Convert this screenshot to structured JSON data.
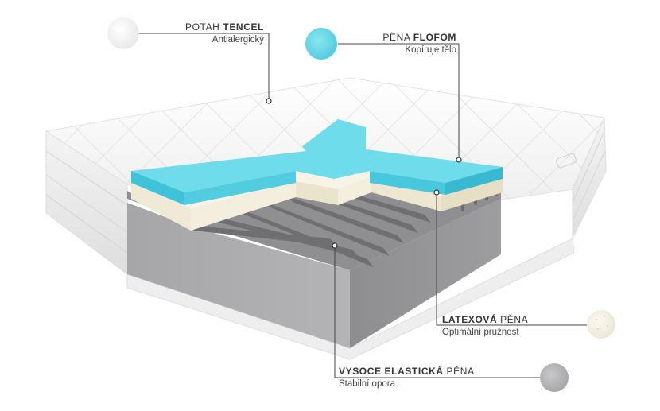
{
  "colors": {
    "tencel": "#f2f2f2",
    "flofom": "#5ad4e6",
    "latex": "#f5f1e4",
    "base_foam": "#a9a9ab",
    "cover": "#f7f7f7",
    "line": "#444444"
  },
  "layers": [
    {
      "id": "tencel",
      "title_plain": "POTAH ",
      "title_bold": "TENCEL",
      "title_after": "",
      "subtitle": "Antialergický",
      "swatch_icon": "white-fabric-swatch-icon"
    },
    {
      "id": "flofom",
      "title_plain": "PĚNA ",
      "title_bold": "FLOFOM",
      "title_after": "",
      "subtitle": "Kopíruje tělo",
      "swatch_icon": "blue-foam-swatch-icon"
    },
    {
      "id": "latex",
      "title_plain": "",
      "title_bold": "LATEXOVÁ",
      "title_after": " PĚNA",
      "subtitle": "Optimální pružnost",
      "swatch_icon": "latex-foam-swatch-icon"
    },
    {
      "id": "base",
      "title_plain": "",
      "title_bold": "VYSOCE ELASTICKÁ",
      "title_after": " PĚNA",
      "subtitle": "Stabilní opora",
      "swatch_icon": "gray-foam-swatch-icon"
    }
  ]
}
